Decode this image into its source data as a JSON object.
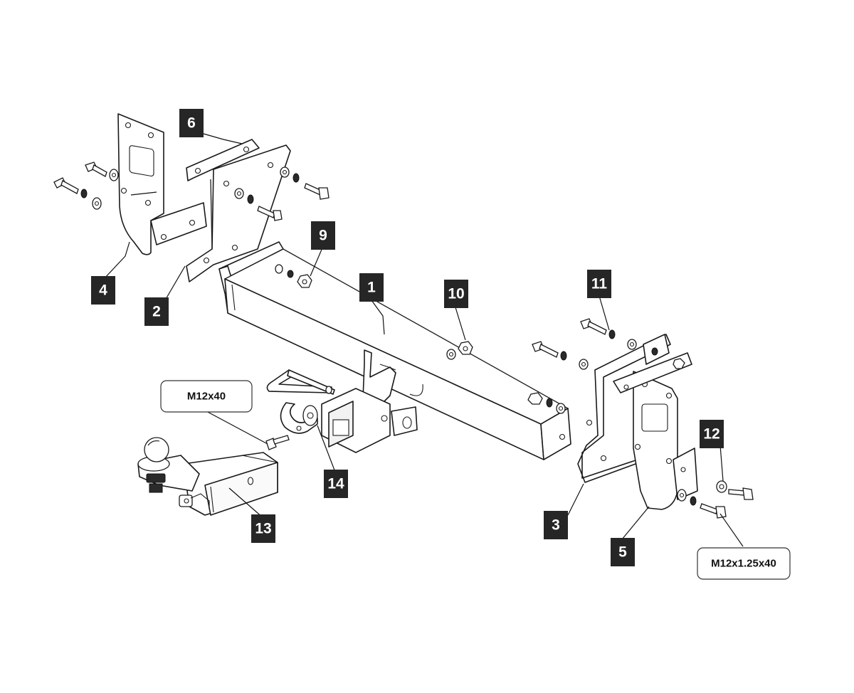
{
  "callouts": [
    {
      "id": "1",
      "label": "1"
    },
    {
      "id": "2",
      "label": "2"
    },
    {
      "id": "3",
      "label": "3"
    },
    {
      "id": "4",
      "label": "4"
    },
    {
      "id": "5",
      "label": "5"
    },
    {
      "id": "6",
      "label": "6"
    },
    {
      "id": "9",
      "label": "9"
    },
    {
      "id": "10",
      "label": "10"
    },
    {
      "id": "11",
      "label": "11"
    },
    {
      "id": "12",
      "label": "12"
    },
    {
      "id": "13",
      "label": "13"
    },
    {
      "id": "14",
      "label": "14"
    }
  ],
  "specs": {
    "bolt_left": "M12x40",
    "bolt_right": "M12x1.25x40"
  }
}
